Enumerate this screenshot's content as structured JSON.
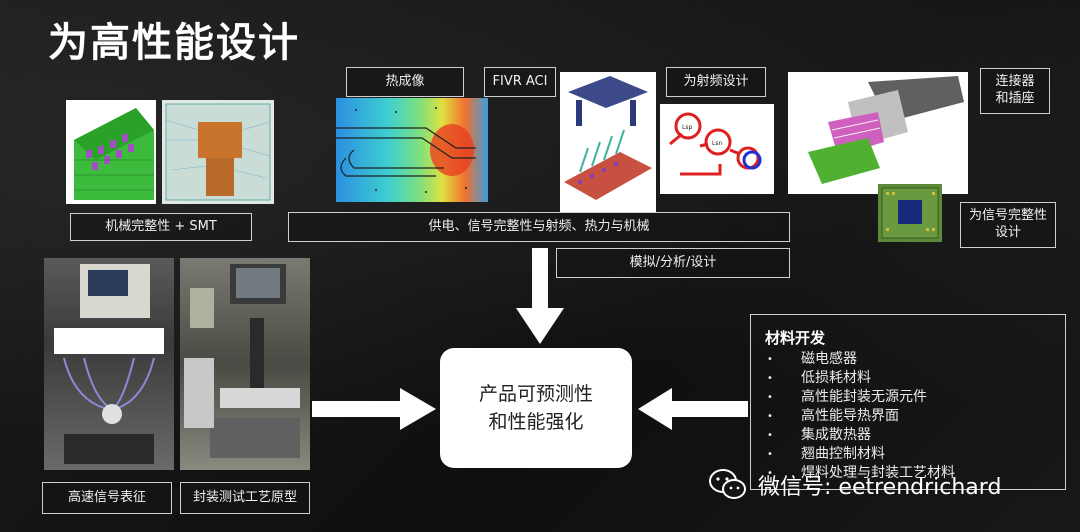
{
  "title": "为高性能设计",
  "labels": {
    "thermal": "热成像",
    "fivr": "FIVR ACI",
    "rf_design": "为射频设计",
    "connectors": "连接器\n和插座",
    "mech_smt": "机械完整性 + SMT",
    "power_signal": "供电、信号完整性与射频、热力与机械",
    "signal_integrity": "为信号完整性\n设计",
    "sim": "模拟/分析/设计",
    "high_speed": "高速信号表征",
    "package_test": "封装测试工艺原型"
  },
  "center": {
    "line1": "产品可预测性",
    "line2": "和性能强化"
  },
  "materials": {
    "title": "材料开发",
    "items": [
      "磁电感器",
      "低损耗材料",
      "高性能封装无源元件",
      "高性能导热界面",
      "集成散热器",
      "翘曲控制材料",
      "焊料处理与封装工艺材料"
    ]
  },
  "watermark": {
    "text": "微信号: eetrendrichard"
  },
  "rf_labels": [
    "Lsp",
    "Lsn"
  ],
  "colors": {
    "background": "#141414",
    "box_border": "#cfcfcf",
    "center_fill": "#ffffff"
  }
}
